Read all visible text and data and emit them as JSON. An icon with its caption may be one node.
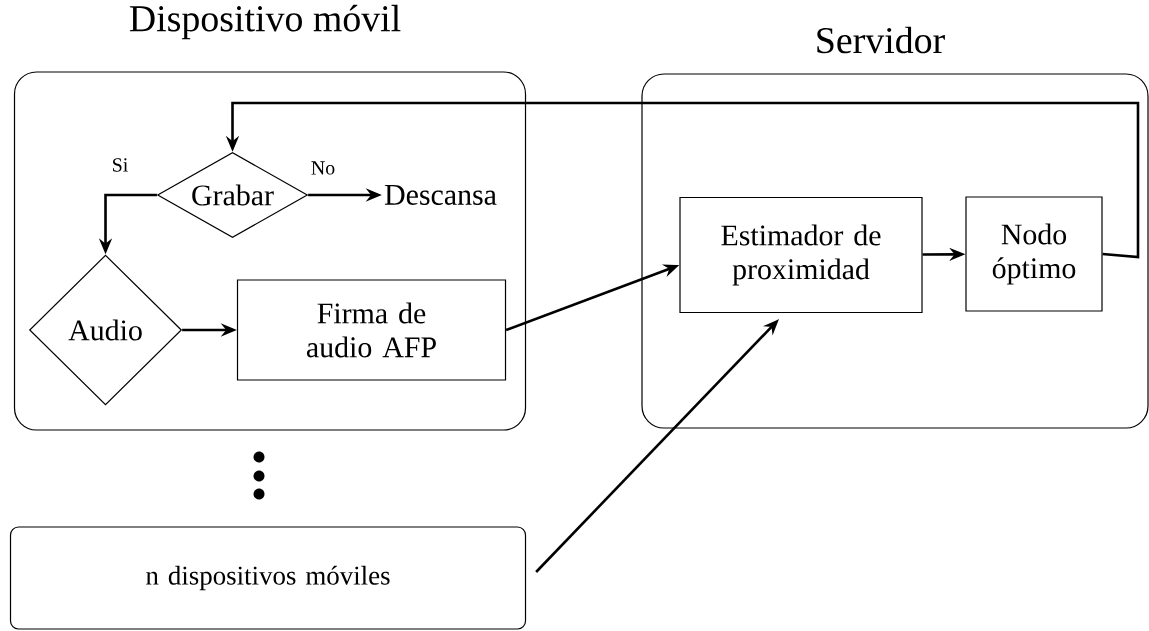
{
  "diagram": {
    "nodes": [
      {
        "text": [
          "Dispositivo móvil"
        ]
      },
      {
        "text": [
          "Grabar"
        ],
        "in": 0
      },
      {
        "text": [
          "Descansa"
        ],
        "in": 0
      },
      {
        "text": [
          "Audio"
        ],
        "in": 0
      },
      {
        "text": [
          "Firma de audio AFP"
        ],
        "in": 0
      },
      {
        "text": [
          "Servidor"
        ]
      },
      {
        "text": [
          "Estimador de proximidad"
        ],
        "in": 5
      },
      {
        "text": [
          "Nodo óptimo"
        ],
        "in": 5
      },
      {
        "text": [
          "n dispositivos móviles"
        ]
      }
    ],
    "edges": [
      {
        "from": 1,
        "to": 2,
        "arrow": "to",
        "label": "No"
      },
      {
        "from": 1,
        "to": 3,
        "arrow": "to",
        "label": "Si"
      },
      {
        "from": 3,
        "to": 4,
        "arrow": "to"
      },
      {
        "from": 4,
        "to": 6,
        "arrow": "to"
      },
      {
        "from": 8,
        "to": 6,
        "arrow": "to"
      },
      {
        "from": 6,
        "to": 7,
        "arrow": "to"
      },
      {
        "from": 7,
        "to": 1,
        "arrow": "to"
      }
    ]
  }
}
